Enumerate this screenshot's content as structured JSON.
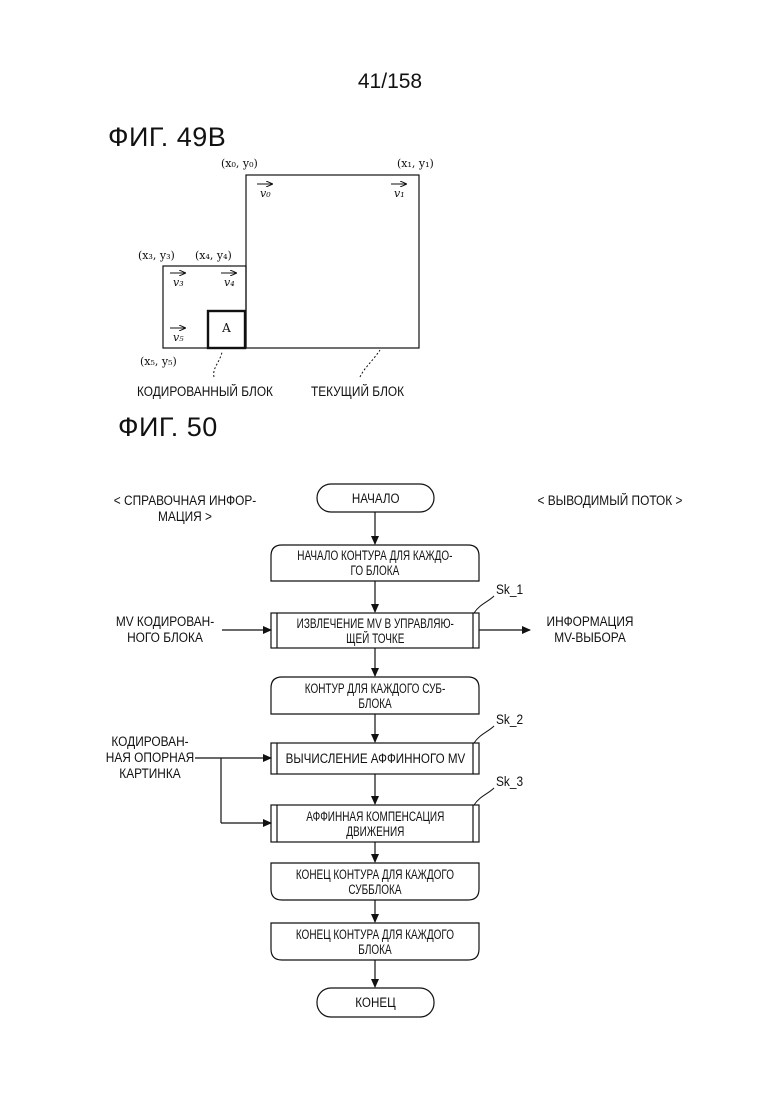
{
  "page_number": "41/158",
  "fig49b": {
    "title": "ФИГ. 49B",
    "coords": {
      "c0": "(x₀, y₀)",
      "c1": "(x₁, y₁)",
      "c3": "(x₃, y₃)",
      "c4": "(x₄, y₄)",
      "c5": "(x₅, y₅)"
    },
    "vectors": {
      "v0": "v₀",
      "v1": "v₁",
      "v3": "v₃",
      "v4": "v₄",
      "v5": "v₅"
    },
    "block_a": "A",
    "coded_block_label": "КОДИРОВАННЫЙ БЛОК",
    "current_block_label": "ТЕКУЩИЙ БЛОК"
  },
  "fig50": {
    "title": "ФИГ. 50",
    "left_header": [
      "< СПРАВОЧНАЯ ИНФОР-",
      "МАЦИЯ >"
    ],
    "right_header": "< ВЫВОДИМЫЙ ПОТОК >",
    "start": "НАЧАЛО",
    "loop_block_start": [
      "НАЧАЛО КОНТУРА ДЛЯ КАЖДО-",
      "ГО БЛОКА"
    ],
    "step1_tag": "Sk_1",
    "step1": [
      "ИЗВЛЕЧЕНИЕ MV В УПРАВЛЯЮ-",
      "ЩЕЙ ТОЧКЕ"
    ],
    "input_mv": [
      "MV КОДИРОВАН-",
      "НОГО БЛОКА"
    ],
    "output_mv": [
      "ИНФОРМАЦИЯ",
      "MV-ВЫБОРА"
    ],
    "loop_sub_start": [
      "КОНТУР ДЛЯ КАЖДОГО СУБ-",
      "БЛОКА"
    ],
    "step2_tag": "Sk_2",
    "step2": "ВЫЧИСЛЕНИЕ АФФИННОГО MV",
    "input_ref": [
      "КОДИРОВАН-",
      "НАЯ ОПОРНАЯ",
      "КАРТИНКА"
    ],
    "step3_tag": "Sk_3",
    "step3": [
      "АФФИННАЯ КОМПЕНСАЦИЯ",
      "ДВИЖЕНИЯ"
    ],
    "loop_sub_end": [
      "КОНЕЦ КОНТУРА ДЛЯ КАЖДОГО",
      "СУББЛОКА"
    ],
    "loop_block_end": [
      "КОНЕЦ КОНТУРА ДЛЯ КАЖДОГО",
      "БЛОКА"
    ],
    "end": "КОНЕЦ"
  }
}
